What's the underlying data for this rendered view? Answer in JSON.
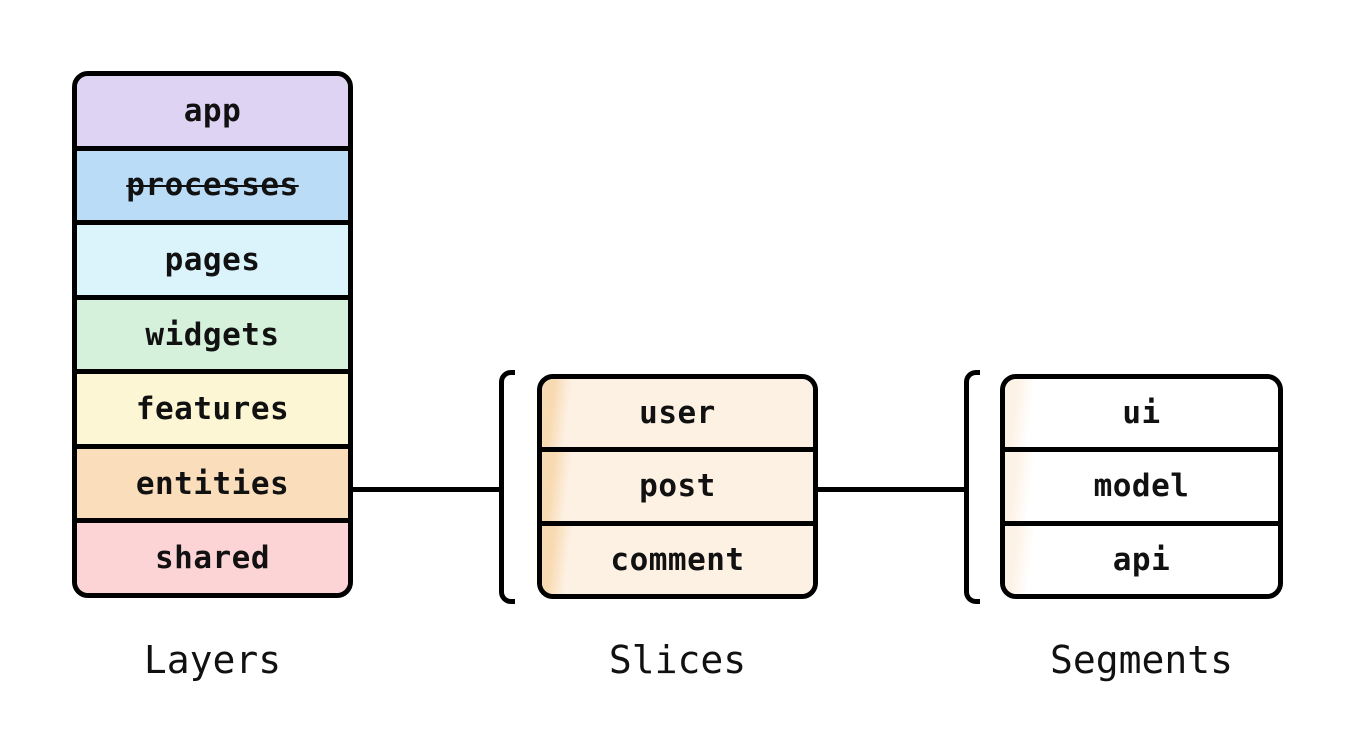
{
  "page": {
    "background": "#ffffff"
  },
  "diagram": {
    "stroke_color": "#000000",
    "text_color": "#111111",
    "layers": {
      "caption": "Layers",
      "rows": [
        {
          "label": "app",
          "color": "#ded3f2",
          "strikethrough": false
        },
        {
          "label": "processes",
          "color": "#bbdcf7",
          "strikethrough": true
        },
        {
          "label": "pages",
          "color": "#dbf4fc",
          "strikethrough": false
        },
        {
          "label": "widgets",
          "color": "#d6f1db",
          "strikethrough": false
        },
        {
          "label": "features",
          "color": "#fcf6d4",
          "strikethrough": false
        },
        {
          "label": "entities",
          "color": "#fadebb",
          "strikethrough": false
        },
        {
          "label": "shared",
          "color": "#fcd4d6",
          "strikethrough": false
        }
      ]
    },
    "slices": {
      "caption": "Slices",
      "row_bg": "#fdf1e4",
      "row_strip": "#f8dab2",
      "rows": [
        {
          "label": "user"
        },
        {
          "label": "post"
        },
        {
          "label": "comment"
        }
      ]
    },
    "segments": {
      "caption": "Segments",
      "row_bg": "#ffffff",
      "row_strip": "#fdf2e6",
      "rows": [
        {
          "label": "ui"
        },
        {
          "label": "model"
        },
        {
          "label": "api"
        }
      ]
    }
  }
}
